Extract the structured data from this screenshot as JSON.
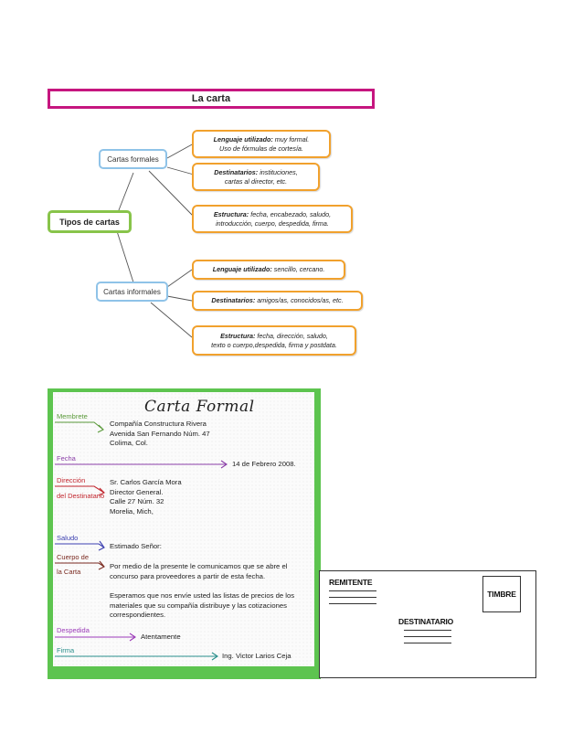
{
  "mindmap": {
    "title": "La carta",
    "root": "Tipos de cartas",
    "formal": {
      "label": "Cartas formales",
      "leaves": [
        {
          "head": "Lenguaje utilizado:",
          "l1": "muy formal.",
          "l2": "Uso de fórmulas de cortesía."
        },
        {
          "head": "Destinatarios:",
          "l1": "instituciones,",
          "l2": "cartas al director, etc."
        },
        {
          "head": "Estructura:",
          "l1": "fecha,  encabezado,  saludo,",
          "l2": "introducción, cuerpo, despedida, firma."
        }
      ]
    },
    "informal": {
      "label": "Cartas informales",
      "leaves": [
        {
          "head": "Lenguaje utilizado:",
          "l1": "sencillo, cercano.",
          "l2": ""
        },
        {
          "head": "Destinatarios:",
          "l1": "amigos/as, conocidos/as, etc.",
          "l2": ""
        },
        {
          "head": "Estructura:",
          "l1": "fecha,  dirección,  saludo,",
          "l2": "texto o cuerpo,despedida, firma y postdata."
        }
      ]
    }
  },
  "carta": {
    "title": "Carta Formal",
    "labels": {
      "membrete": "Membrete",
      "fecha": "Fecha",
      "direccion1": "Dirección",
      "direccion2": "del Destinatario",
      "saludo": "Saludo",
      "cuerpo1": "Cuerpo de",
      "cuerpo2": "la Carta",
      "despedida": "Despedida",
      "firma": "Firma"
    },
    "label_colors": {
      "membrete": "#5a9a3a",
      "fecha": "#8b3fa8",
      "direccion": "#c2262e",
      "saludo": "#3b3fb0",
      "cuerpo": "#7a2a20",
      "despedida": "#9b3ab8",
      "firma": "#2a8f8c"
    },
    "membrete_lines": [
      "Compañía Constructura Rivera",
      "Avenida San Fernando Núm. 47",
      "Colima, Col."
    ],
    "fecha_text": "14 de Febrero 2008.",
    "destinatario_lines": [
      "Sr. Carlos García Mora",
      "Director General.",
      "Calle 27 Núm. 32",
      "Morelia, Mich,"
    ],
    "saludo_text": "Estimado Señor:",
    "cuerpo_p1": [
      "Por medio de la presente le comunicamos que se abre el",
      "concurso para proveedores a partir de esta fecha."
    ],
    "cuerpo_p2": [
      "Esperamos que nos envíe usted las listas de precios de los",
      "materiales que su compañía distribuye y las cotizaciones",
      "correspondientes."
    ],
    "despedida_text": "Atentamente",
    "firma_text": "Ing.  Victor Larios Ceja"
  },
  "sobre": {
    "remitente": "REMITENTE",
    "timbre": "TIMBRE",
    "destinatario": "DESTINATARIO"
  }
}
